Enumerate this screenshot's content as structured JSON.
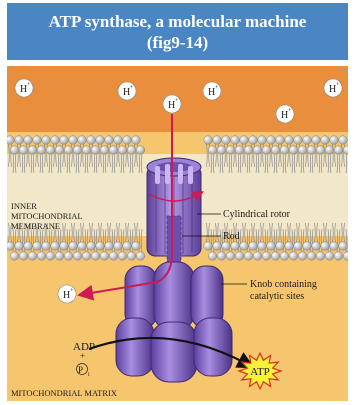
{
  "header": {
    "title_line1": "ATP synthase, a molecular machine",
    "title_line2": "(fig9-14)"
  },
  "labels": {
    "h_ion": "H",
    "h_charge": "+",
    "membrane_line1": "Inner",
    "membrane_line2": "mitochondrial",
    "membrane_line3": "membrane",
    "cylindrical_rotor": "Cylindrical rotor",
    "rod": "Rod",
    "knob_line1": "Knob containing",
    "knob_line2": "catalytic sites",
    "adp": "ADP",
    "plus": "+",
    "pi": "P",
    "pi_sub": "i",
    "atp": "ATP",
    "matrix": "Mitochondrial matrix"
  },
  "colors": {
    "title_bg": "#4a86c4",
    "intermembrane": "#e98e3c",
    "matrix": "#f6c66f",
    "protein": "#8a6cc9",
    "protein_dark": "#4e3484",
    "arrow_proton": "#cc1a55",
    "atp_star": "#f6f23a"
  }
}
